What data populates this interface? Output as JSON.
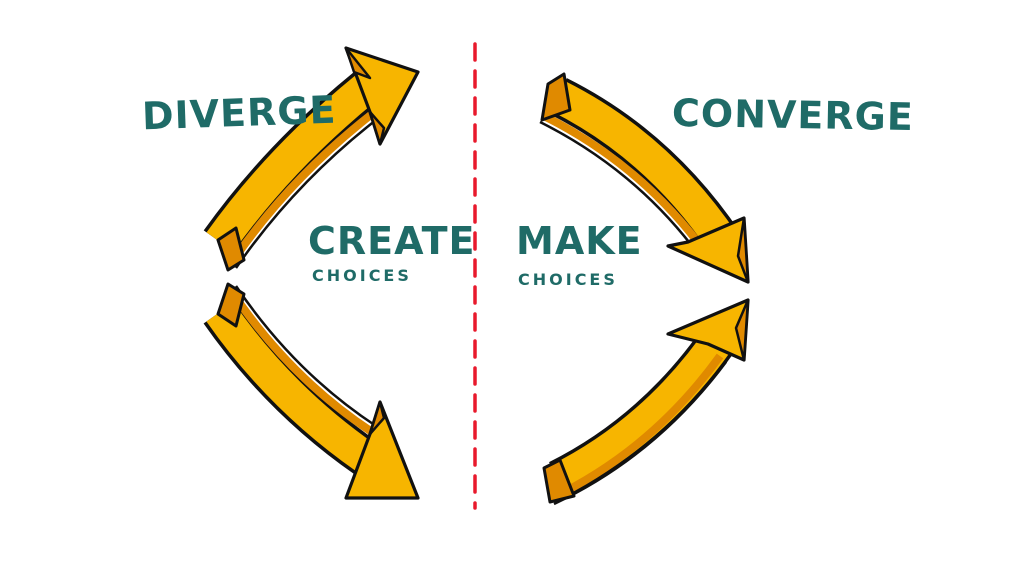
{
  "diagram": {
    "left_phase": {
      "title": "DIVERGE",
      "action": "CREATE",
      "object": "CHOICES"
    },
    "right_phase": {
      "title": "CONVERGE",
      "action": "MAKE",
      "object": "CHOICES"
    }
  },
  "colors": {
    "arrow_fill": "#f7b500",
    "arrow_shadow": "#e08a00",
    "outline": "#111111",
    "divider": "#e8192c",
    "text": "#1f6b67",
    "background": "#ffffff"
  }
}
